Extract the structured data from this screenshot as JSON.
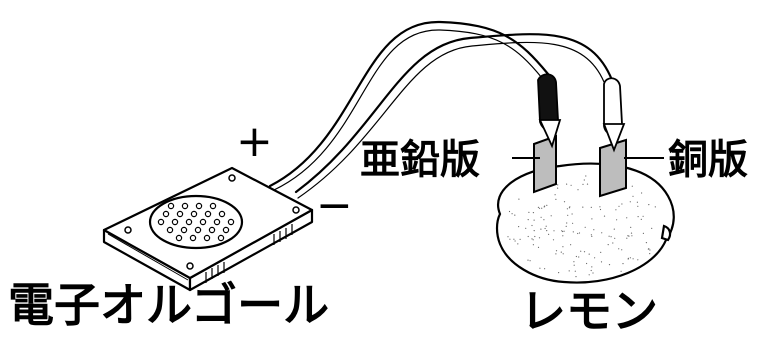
{
  "labels": {
    "plus": "+",
    "minus": "−",
    "zinc_plate": "亜鉛版",
    "copper_plate": "銅版",
    "music_box": "電子オルゴール",
    "lemon": "レモン"
  },
  "colors": {
    "line": "#000000",
    "plate": "#bdbdbd",
    "background": "#ffffff"
  },
  "speaker_holes": 24
}
